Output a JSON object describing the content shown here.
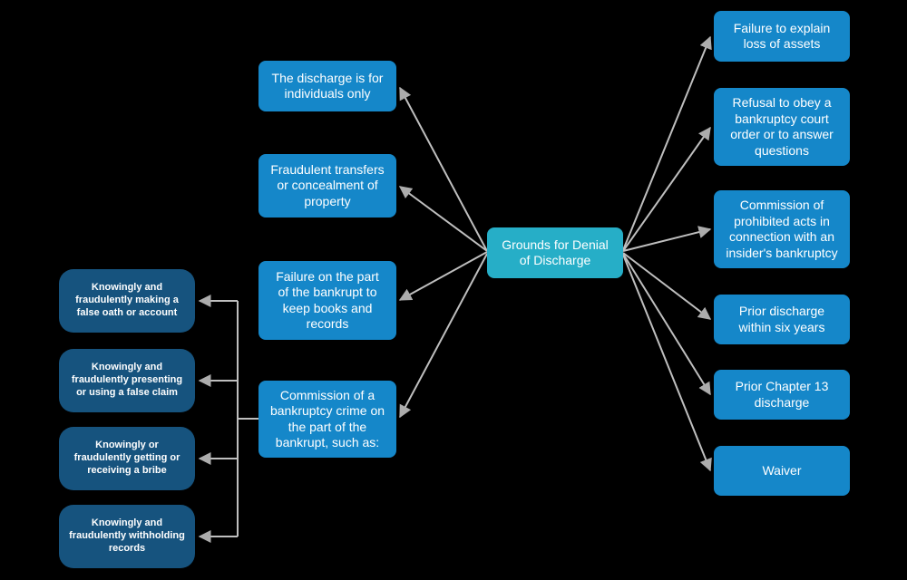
{
  "diagram": {
    "type": "mindmap",
    "title": "Grounds for Denial of Discharge",
    "colors": {
      "background": "#000000",
      "center_node": "#26AEC7",
      "branch_node": "#1587C9",
      "sub_node": "#16537E",
      "connector_line": "#BFBFBF",
      "arrowhead": "#ACACAC",
      "text": "#FFFFFF"
    },
    "center": {
      "label": "Grounds for Denial of Discharge"
    },
    "left_nodes": [
      {
        "label": "The discharge is for individuals only"
      },
      {
        "label": "Fraudulent transfers or concealment of property"
      },
      {
        "label": "Failure on the part of the bankrupt to keep books and records"
      },
      {
        "label": "Commission of a bankruptcy crime on the part of the bankrupt, such as:"
      }
    ],
    "right_nodes": [
      {
        "label": "Failure to explain loss of assets"
      },
      {
        "label": "Refusal to obey a bankruptcy court order or to answer questions"
      },
      {
        "label": "Commission of prohibited acts in connection with an insider's bankruptcy"
      },
      {
        "label": "Prior discharge within six years"
      },
      {
        "label": "Prior Chapter 13 discharge"
      },
      {
        "label": "Waiver"
      }
    ],
    "sub_nodes": [
      {
        "label": "Knowingly and fraudulently making a false oath or account"
      },
      {
        "label": "Knowingly and fraudulently presenting or using a false claim"
      },
      {
        "label": "Knowingly or fraudulently getting or receiving a bribe"
      },
      {
        "label": "Knowingly and fraudulently withholding records"
      }
    ]
  }
}
